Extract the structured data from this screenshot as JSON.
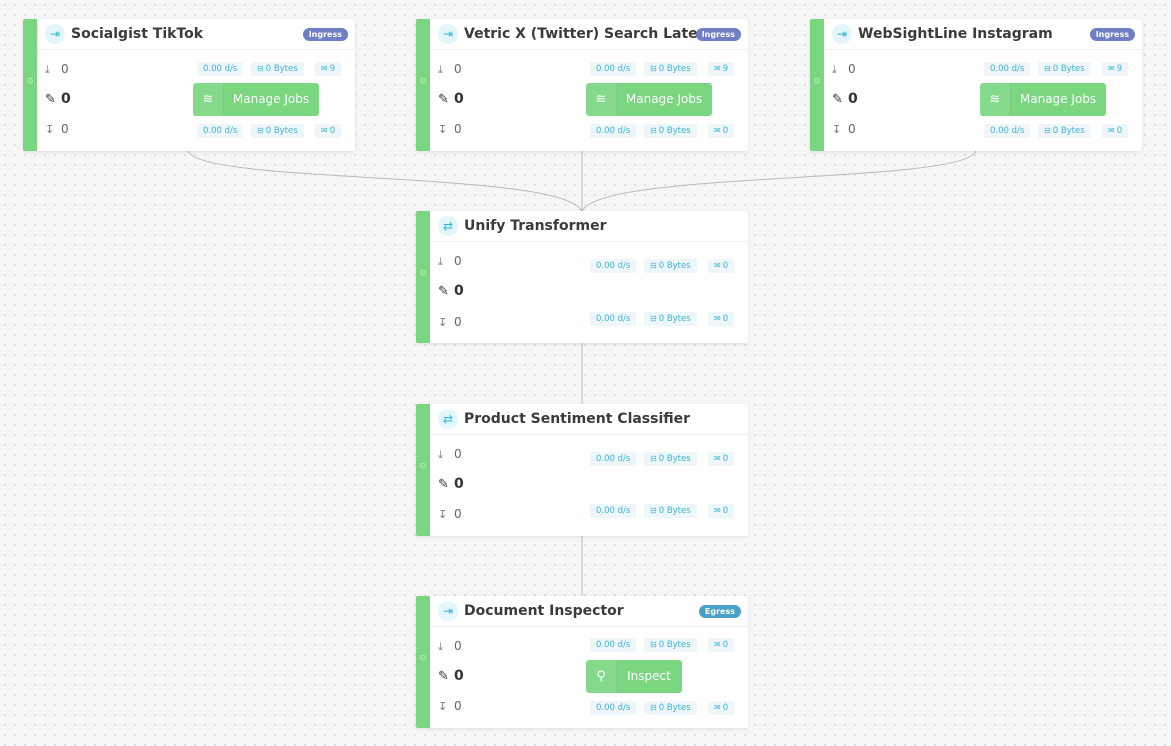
{
  "nodes": [
    {
      "id": "socialgist",
      "title": "Socialgist TikTok",
      "icon": "ingress-icon",
      "badge": "Ingress",
      "stats": {
        "in": "0",
        "processed": "0",
        "out": "0"
      },
      "top_row": {
        "rate": "0.00 d/s",
        "size": "0 Bytes",
        "count": "9"
      },
      "bottom_row": {
        "rate": "0.00 d/s",
        "size": "0 Bytes",
        "count": "0"
      },
      "button": "Manage Jobs"
    },
    {
      "id": "vetric",
      "title": "Vetric X (Twitter) Search Latest",
      "icon": "ingress-icon",
      "badge": "Ingress",
      "stats": {
        "in": "0",
        "processed": "0",
        "out": "0"
      },
      "top_row": {
        "rate": "0.00 d/s",
        "size": "0 Bytes",
        "count": "9"
      },
      "bottom_row": {
        "rate": "0.00 d/s",
        "size": "0 Bytes",
        "count": "0"
      },
      "button": "Manage Jobs"
    },
    {
      "id": "websightline",
      "title": "WebSightLine Instagram",
      "icon": "ingress-icon",
      "badge": "Ingress",
      "stats": {
        "in": "0",
        "processed": "0",
        "out": "0"
      },
      "top_row": {
        "rate": "0.00 d/s",
        "size": "0 Bytes",
        "count": "9"
      },
      "bottom_row": {
        "rate": "0.00 d/s",
        "size": "0 Bytes",
        "count": "0"
      },
      "button": "Manage Jobs"
    },
    {
      "id": "unify",
      "title": "Unify Transformer",
      "icon": "transformer-icon",
      "badge": "",
      "stats": {
        "in": "0",
        "processed": "0",
        "out": "0"
      },
      "top_row": {
        "rate": "0.00 d/s",
        "size": "0 Bytes",
        "count": "0"
      },
      "bottom_row": {
        "rate": "0.00 d/s",
        "size": "0 Bytes",
        "count": "0"
      },
      "button": ""
    },
    {
      "id": "sentiment",
      "title": "Product Sentiment Classifier",
      "icon": "transformer-icon",
      "badge": "",
      "stats": {
        "in": "0",
        "processed": "0",
        "out": "0"
      },
      "top_row": {
        "rate": "0.00 d/s",
        "size": "0 Bytes",
        "count": "0"
      },
      "bottom_row": {
        "rate": "0.00 d/s",
        "size": "0 Bytes",
        "count": "0"
      },
      "button": ""
    },
    {
      "id": "inspector",
      "title": "Document Inspector",
      "icon": "egress-icon",
      "badge": "Egress",
      "stats": {
        "in": "0",
        "processed": "0",
        "out": "0"
      },
      "top_row": {
        "rate": "0.00 d/s",
        "size": "0 Bytes",
        "count": "0"
      },
      "bottom_row": {
        "rate": "0.00 d/s",
        "size": "0 Bytes",
        "count": "0"
      },
      "button": "Inspect"
    }
  ],
  "colors": {
    "accent_green": "#7ad680",
    "ingress_badge": "#6f7fc6",
    "egress_badge": "#4aa0c6",
    "pill_text": "#3cb5d6"
  }
}
